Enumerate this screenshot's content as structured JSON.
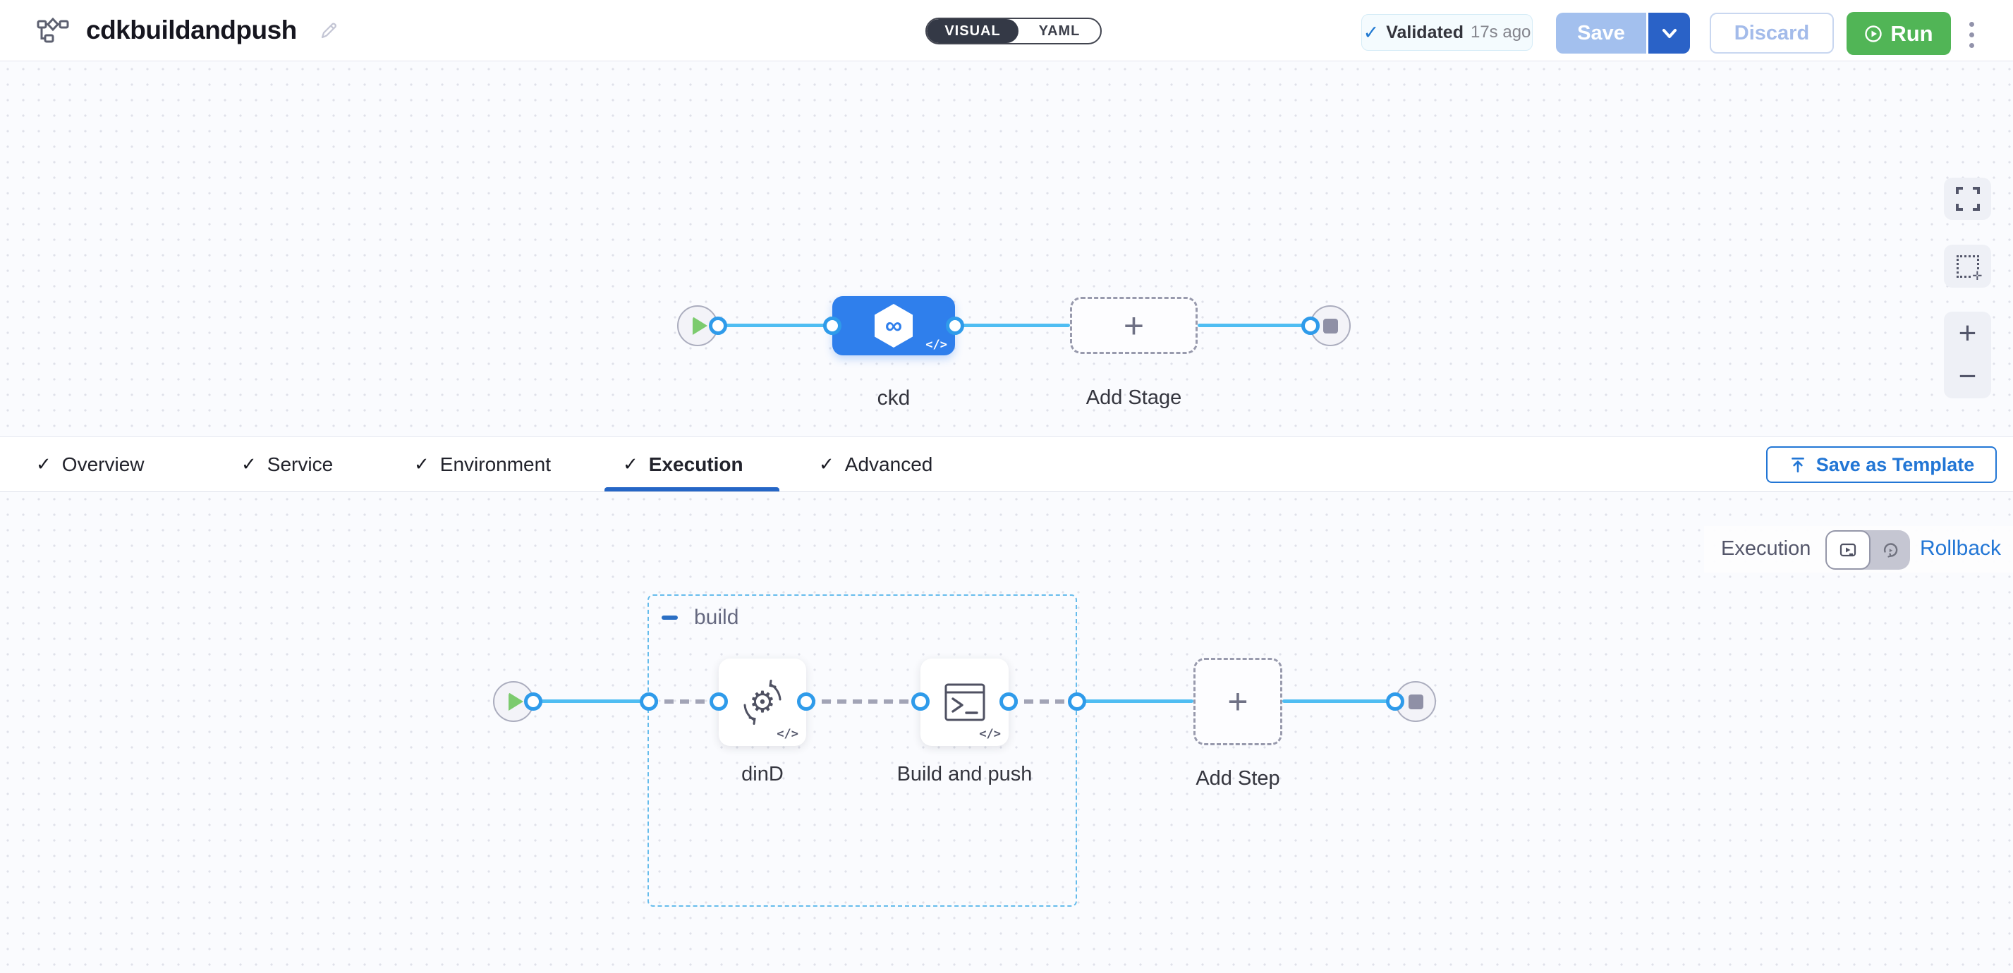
{
  "header": {
    "title": "cdkbuildandpush",
    "view_toggle": {
      "visual": "VISUAL",
      "yaml": "YAML"
    },
    "validated": {
      "label": "Validated",
      "time": "17s ago"
    },
    "save_label": "Save",
    "discard_label": "Discard",
    "run_label": "Run"
  },
  "tabs": {
    "items": [
      {
        "label": "Overview"
      },
      {
        "label": "Service"
      },
      {
        "label": "Environment"
      },
      {
        "label": "Execution"
      },
      {
        "label": "Advanced"
      }
    ],
    "selected": "Execution",
    "save_as_template_label": "Save as Template"
  },
  "stage_canvas": {
    "stage_label": "ckd",
    "add_stage_label": "Add Stage"
  },
  "execution_canvas": {
    "mode_label": "Execution",
    "rollback_label": "Rollback",
    "group_label": "build",
    "steps": [
      {
        "label": "dinD"
      },
      {
        "label": "Build and push"
      }
    ],
    "add_step_label": "Add Step"
  },
  "icons": {
    "check": "✓",
    "plus": "+",
    "minus": "−",
    "code": "</>",
    "gear": "⚙",
    "infinity": "∞"
  },
  "colors": {
    "accent_blue": "#0278d5",
    "node_blue": "#2f7fec",
    "connector_blue": "#4fbdf2",
    "run_green": "#51b556",
    "save_split_blue": "#2a62c7",
    "save_disabled_blue": "#a3c0ee",
    "group_border_blue": "#66bcec"
  }
}
